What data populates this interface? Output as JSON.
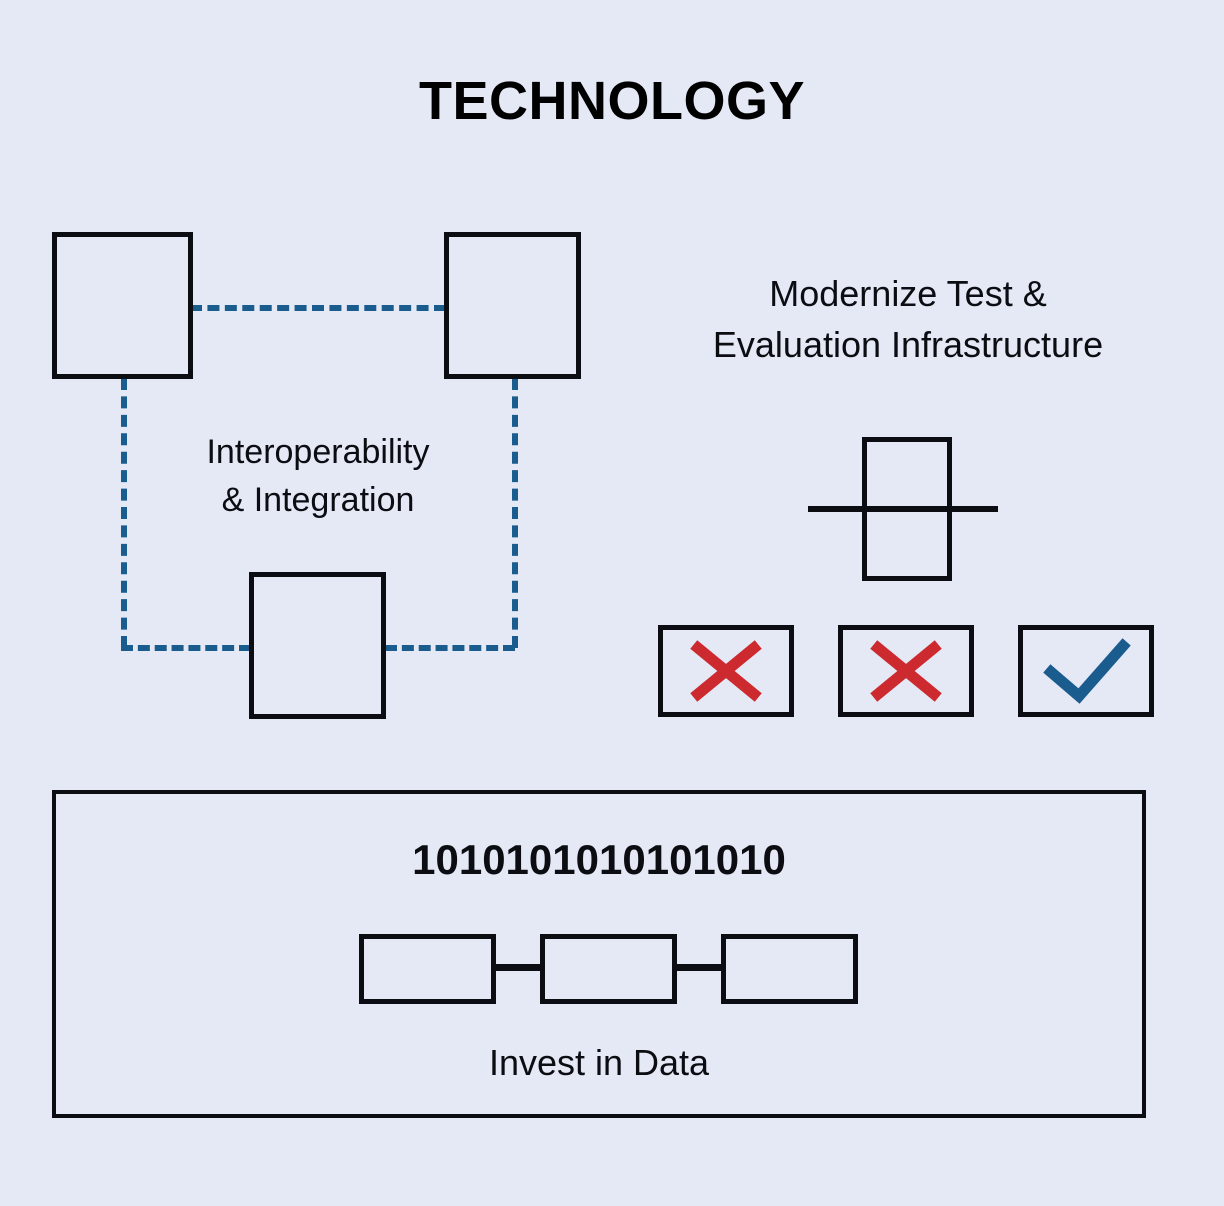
{
  "page": {
    "title": "TECHNOLOGY",
    "background_color": "#e5e8f5",
    "ink_color": "#0b0d12",
    "accent_blue": "#1a5c8e",
    "accent_red": "#cd2a2f"
  },
  "interoperability": {
    "label_line1": "Interoperability",
    "label_line2": "& Integration",
    "nodes": [
      "node-top-left",
      "node-top-right",
      "node-bottom-center"
    ],
    "connector_style": "dashed",
    "connector_color": "#1a5c8e"
  },
  "modernize": {
    "label_line1": "Modernize Test &",
    "label_line2": "Evaluation Infrastructure",
    "tiles": [
      {
        "name": "tile-fail-1",
        "mark": "x-mark-icon",
        "mark_color": "#cd2a2f"
      },
      {
        "name": "tile-fail-2",
        "mark": "x-mark-icon",
        "mark_color": "#cd2a2f"
      },
      {
        "name": "tile-pass",
        "mark": "check-mark-icon",
        "mark_color": "#1a5c8e"
      }
    ]
  },
  "data_panel": {
    "binary_string": "1010101010101010",
    "caption": "Invest in Data",
    "chain_segments": 3
  }
}
